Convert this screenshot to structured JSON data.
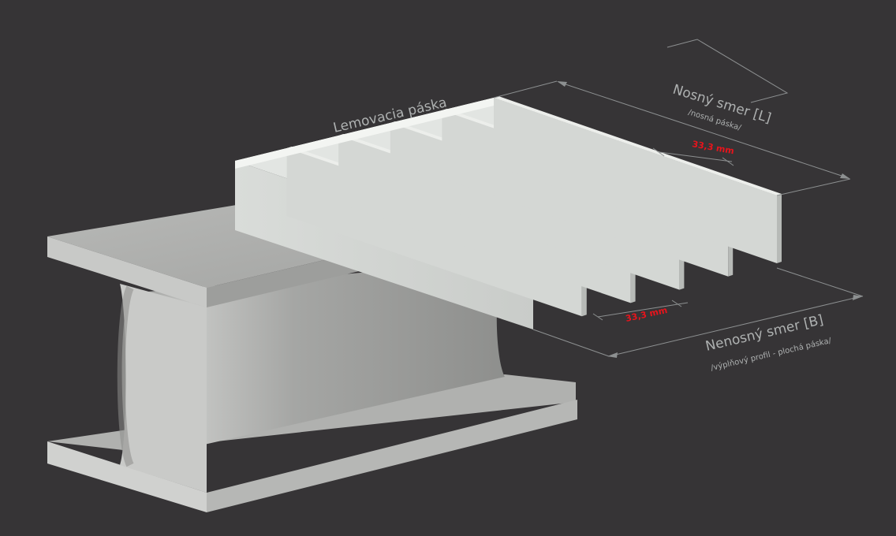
{
  "labels": {
    "edge_band": "Lemovacia páska",
    "bearing_title": "Nosný smer [L]",
    "bearing_sub": "/nosná páska/",
    "cross_title": "Nenosný smer [B]",
    "cross_sub": "/výplňový profil - plochá páska/",
    "spacing_top": "33,3 mm",
    "spacing_bottom": "33,3 mm"
  },
  "colors": {
    "background": "#363436",
    "grating_face": "#d4d7d4",
    "grating_top": "#eceeeb",
    "cross_bar": "#5f6a6c",
    "beam": "#a9aaa8",
    "dimension_line": "#8d9091",
    "label_text": "#aeb1b1",
    "dimension_value": "#e8141c"
  }
}
